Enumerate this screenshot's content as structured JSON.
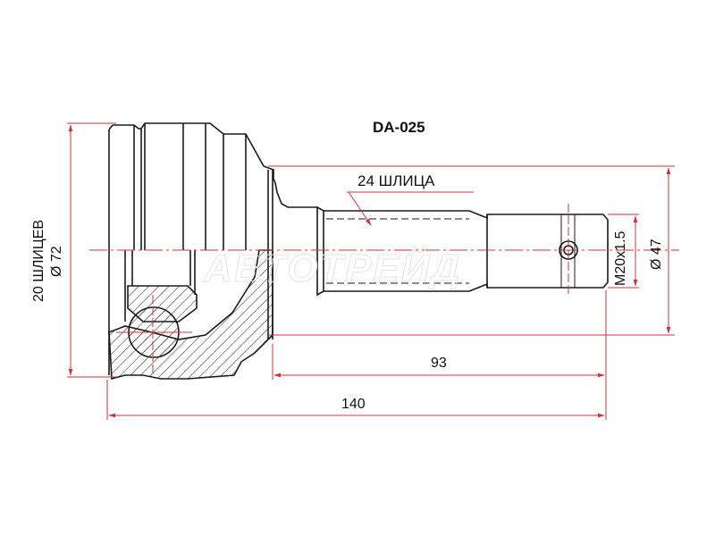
{
  "title": "DA-025",
  "watermark": "АВТОТРЕЙД",
  "labels": {
    "outer_splines": "24 ШЛИЦА",
    "inner_splines": "20 ШЛИЦЕВ",
    "outer_diameter": "Ø 72",
    "thread": "M20x1.5",
    "abs_diameter": "Ø 47",
    "shaft_length": "93",
    "total_length": "140"
  },
  "colors": {
    "dimension": "#d3303e",
    "outline": "#1a1a1a",
    "background": "#ffffff"
  }
}
